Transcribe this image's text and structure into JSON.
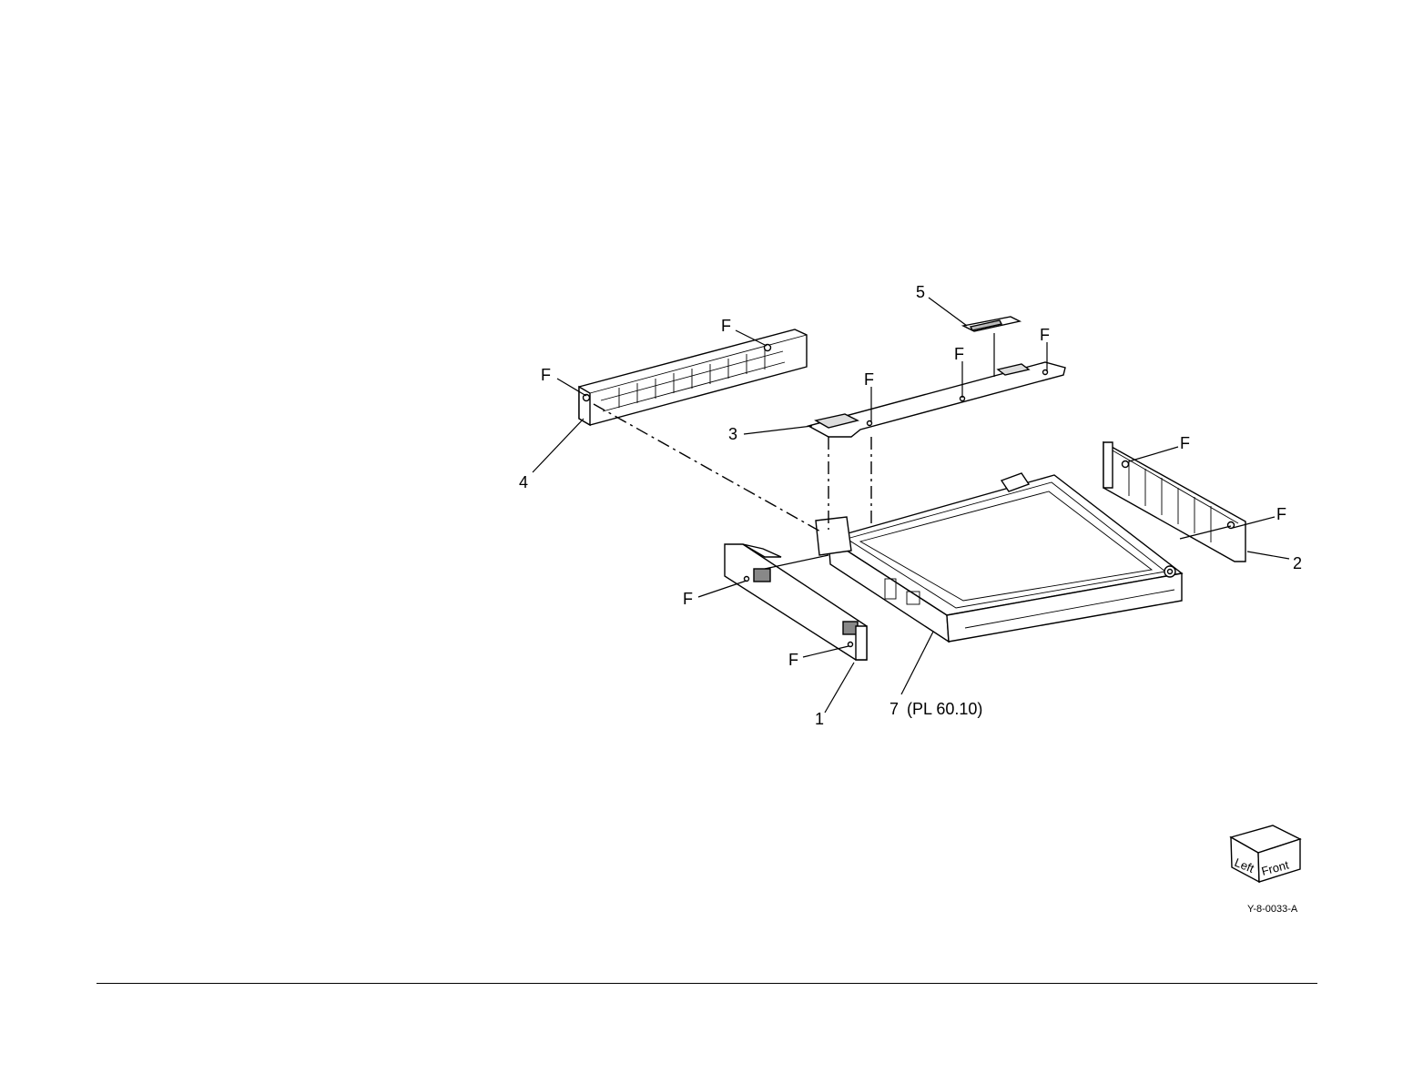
{
  "callouts": {
    "part_1": "1",
    "part_2": "2",
    "part_3": "3",
    "part_4": "4",
    "part_5": "5",
    "part_7": "7",
    "part_7_ref": "(PL 60.10)",
    "fastener": "F"
  },
  "orientation_cube": {
    "left": "Left",
    "front": "Front"
  },
  "figure_id": "Y-8-0033-A"
}
